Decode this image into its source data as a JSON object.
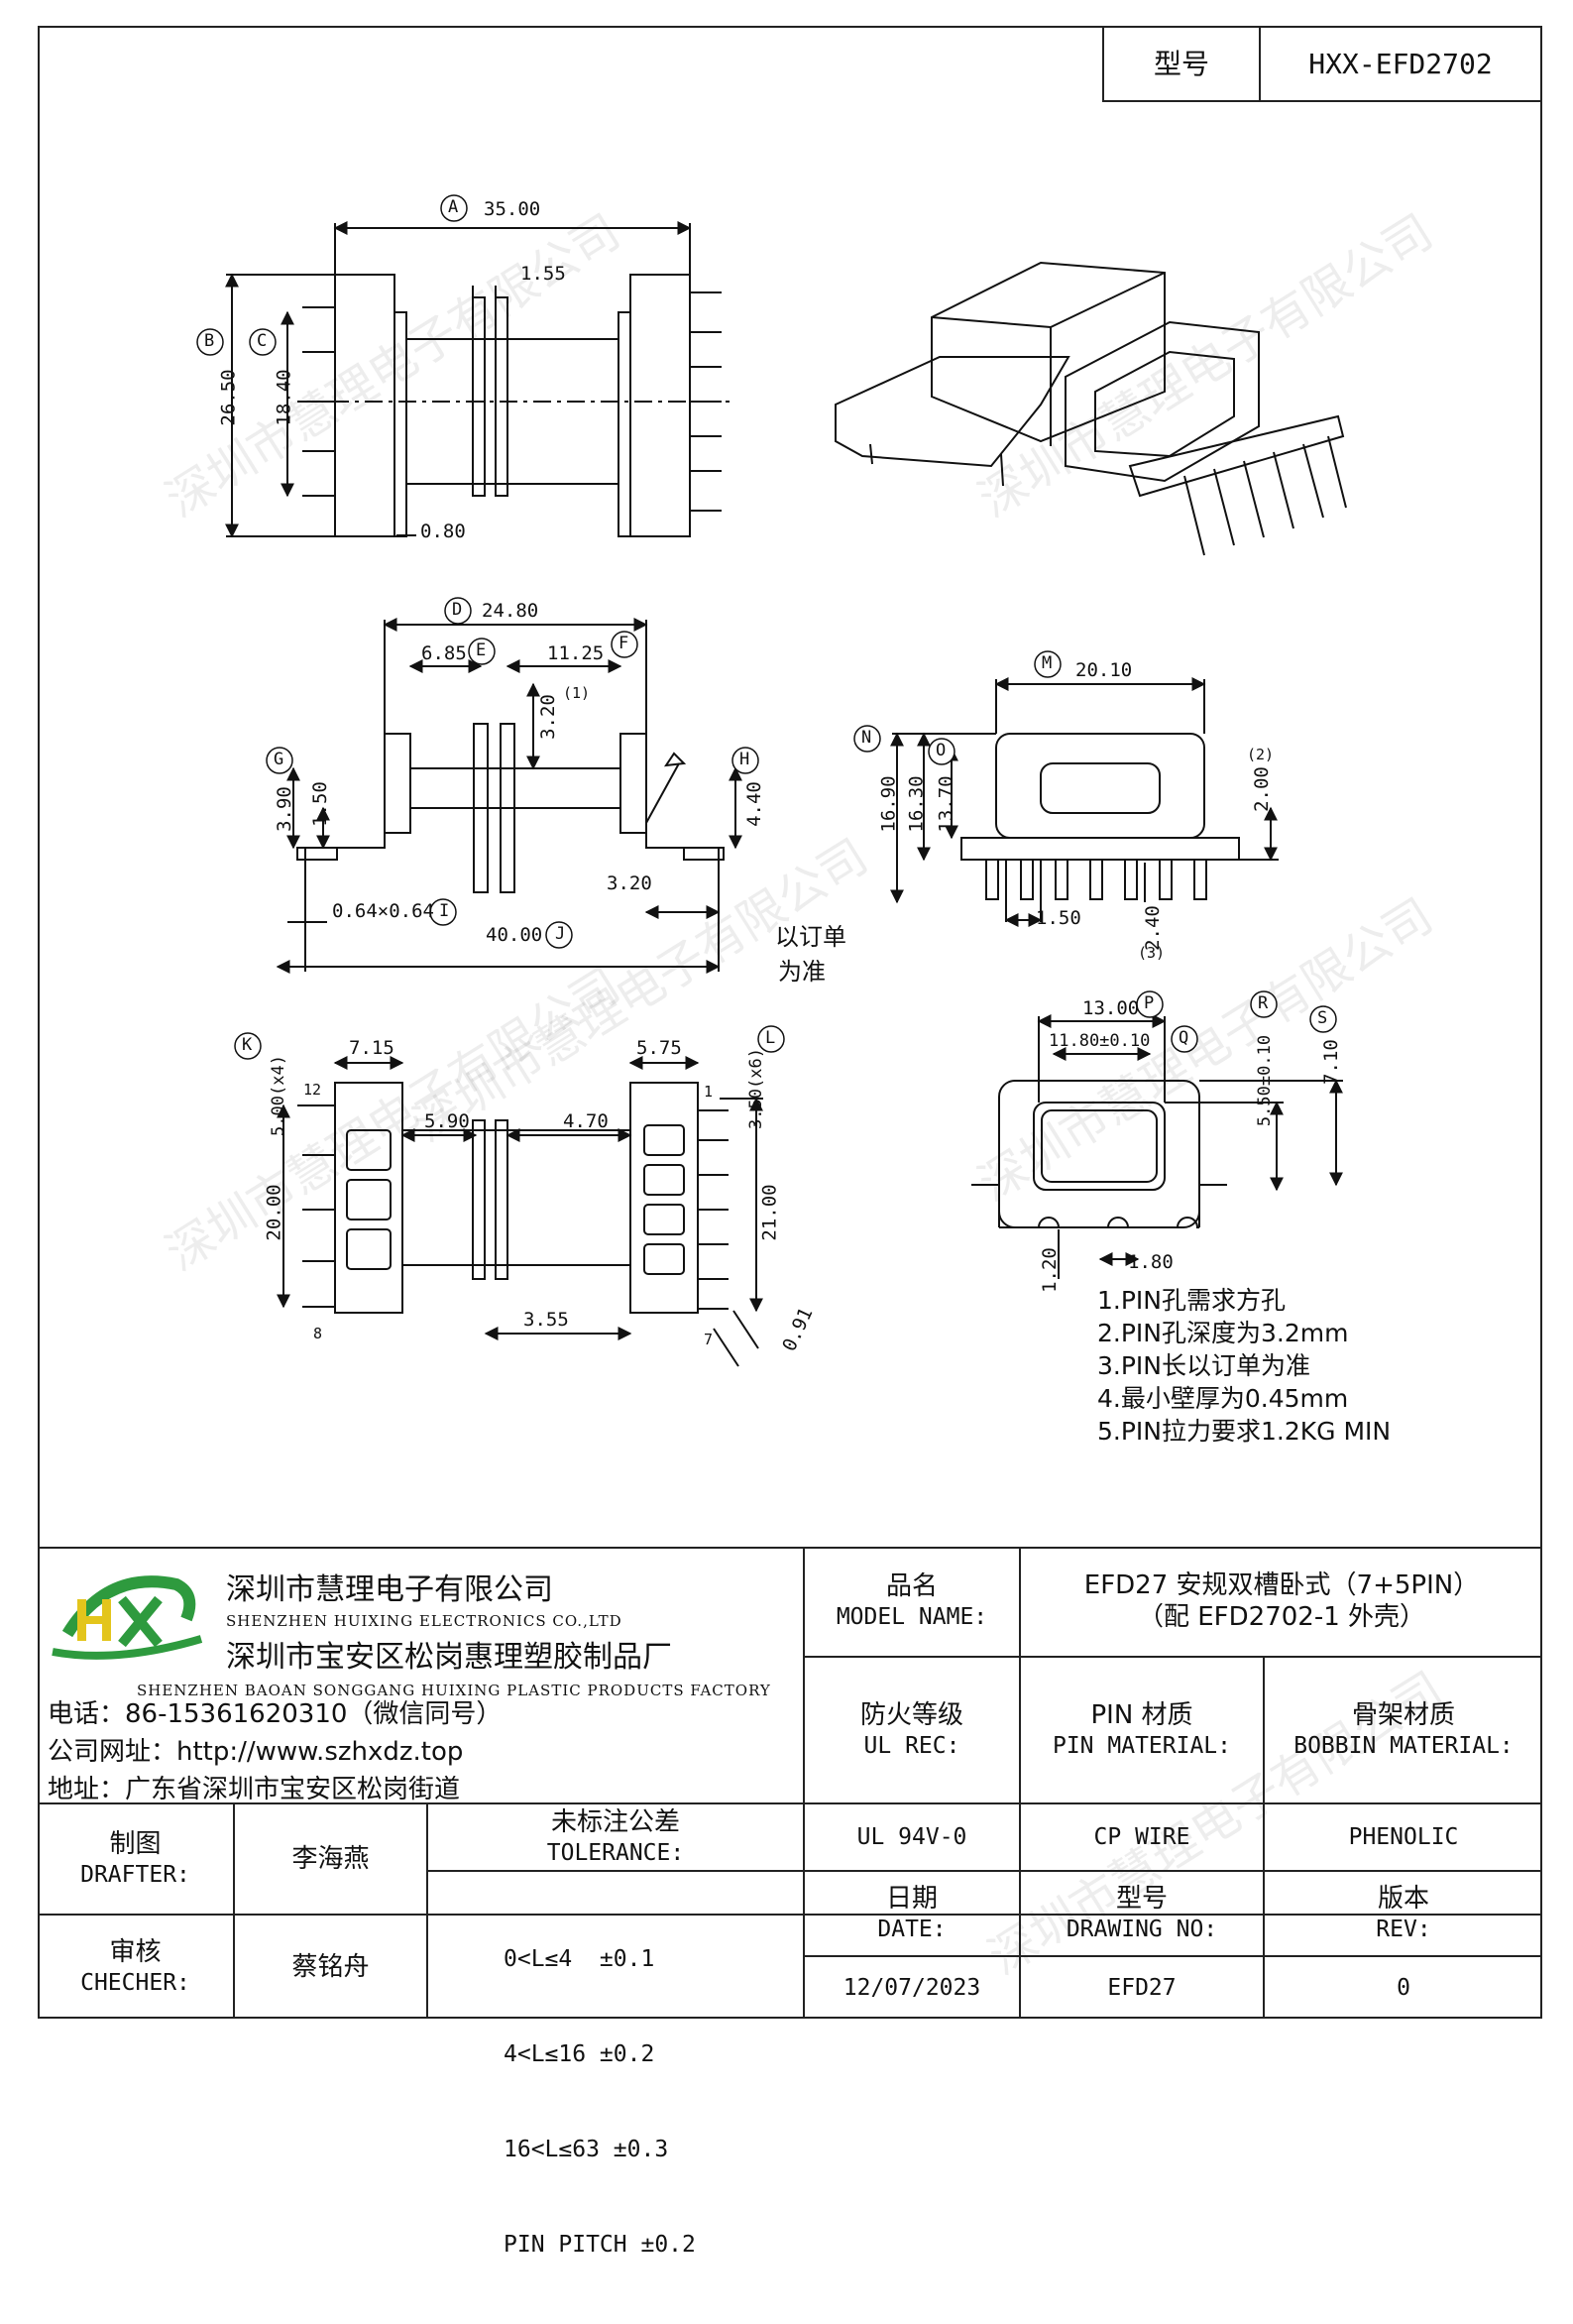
{
  "header": {
    "model_label": "型号",
    "model_value": "HXX-EFD2702"
  },
  "drawing": {
    "top_view": {
      "a": "35.00",
      "b": "26.50",
      "c": "18.40",
      "flange": "1.55",
      "wall": "0.80",
      "tag_a": "A",
      "tag_b": "B",
      "tag_c": "C"
    },
    "side_view": {
      "d": "24.80",
      "e": "6.85",
      "f": "11.25",
      "g": "3.90",
      "g2": "1.50",
      "depth": "3.20",
      "depth_note": "(1)",
      "h": "4.40",
      "pin_size": "0.64×0.64",
      "pin_gap": "3.20",
      "total": "40.00",
      "tag_d": "D",
      "tag_e": "E",
      "tag_f": "F",
      "tag_g": "G",
      "tag_h": "H",
      "tag_i": "I",
      "tag_j": "J",
      "order_note_1": "以订单",
      "order_note_2": "为准"
    },
    "end_view": {
      "m": "20.10",
      "n": "16.90",
      "n2": "16.30",
      "o": "13.70",
      "p2": "2.00",
      "p2_note": "(2)",
      "pitch": "1.50",
      "pin_len": "2.40",
      "pin_note": "(3)",
      "tag_m": "M",
      "tag_n": "N",
      "tag_o": "O"
    },
    "bottom_view": {
      "k": "5.00(x4)",
      "l": "3.50(x6)",
      "w1": "7.15",
      "w2": "5.75",
      "in1": "5.90",
      "in2": "4.70",
      "h1": "20.00",
      "h2": "21.00",
      "gap": "3.55",
      "angle": "0.91",
      "pin12": "12",
      "pin8": "8",
      "pin1": "1",
      "pin7": "7",
      "tag_k": "K",
      "tag_l": "L"
    },
    "front_view": {
      "p": "13.00",
      "q": "11.80±0.10",
      "r": "5.50±0.10",
      "s": "7.10",
      "t1": "1.20",
      "t2": "1.80",
      "tag_p": "P",
      "tag_q": "Q",
      "tag_r": "R",
      "tag_s": "S"
    },
    "notes": [
      "1.PIN孔需求方孔",
      "2.PIN孔深度为3.2mm",
      "3.PIN长以订单为准",
      "4.最小壁厚为0.45mm",
      "5.PIN拉力要求1.2KG MIN"
    ]
  },
  "company": {
    "name_cn": "深圳市慧理电子有限公司",
    "name_en": "SHENZHEN HUIXING ELECTRONICS CO.,LTD",
    "factory_cn": "深圳市宝安区松岗惠理塑胶制品厂",
    "factory_en": "SHENZHEN BAOAN SONGGANG HUIXING PLASTIC PRODUCTS FACTORY",
    "phone": "电话：86-15361620310（微信同号）",
    "website": "公司网址：http://www.szhxdz.top",
    "address": "地址：广东省深圳市宝安区松岗街道",
    "logo_text": "HX",
    "watermark": "深圳市慧理电子有限公司"
  },
  "title_block": {
    "model_name_cn": "品名",
    "model_name_en": "MODEL NAME:",
    "model_name_value_1": "EFD27 安规双槽卧式（7+5PIN）",
    "model_name_value_2": "（配 EFD2702-1 外壳）",
    "ul_cn": "防火等级",
    "ul_en": "UL REC:",
    "ul_value": "UL 94V-0",
    "pin_cn": "PIN 材质",
    "pin_en": "PIN MATERIAL:",
    "pin_value": "CP WIRE",
    "bobbin_cn": "骨架材质",
    "bobbin_en": "BOBBIN MATERIAL:",
    "bobbin_value": "PHENOLIC",
    "drafter_cn": "制图",
    "drafter_en": "DRAFTER:",
    "drafter_value": "李海燕",
    "checker_cn": "审核",
    "checker_en": "CHECHER:",
    "checker_value": "蔡铭舟",
    "tolerance_cn": "未标注公差",
    "tolerance_en": "TOLERANCE:",
    "tolerances": [
      "0<L≤4  ±0.1",
      "4<L≤16 ±0.2",
      "16<L≤63 ±0.3",
      "PIN PITCH ±0.2"
    ],
    "date_cn": "日期",
    "date_en": "DATE:",
    "date_value": "12/07/2023",
    "drawing_no_cn": "型号",
    "drawing_no_en": "DRAWING NO:",
    "drawing_no_value": "EFD27",
    "rev_cn": "版本",
    "rev_en": "REV:",
    "rev_value": "0"
  },
  "colors": {
    "logo_green": "#2e9a3e",
    "logo_yellow": "#e3c51c",
    "line": "#222222"
  }
}
